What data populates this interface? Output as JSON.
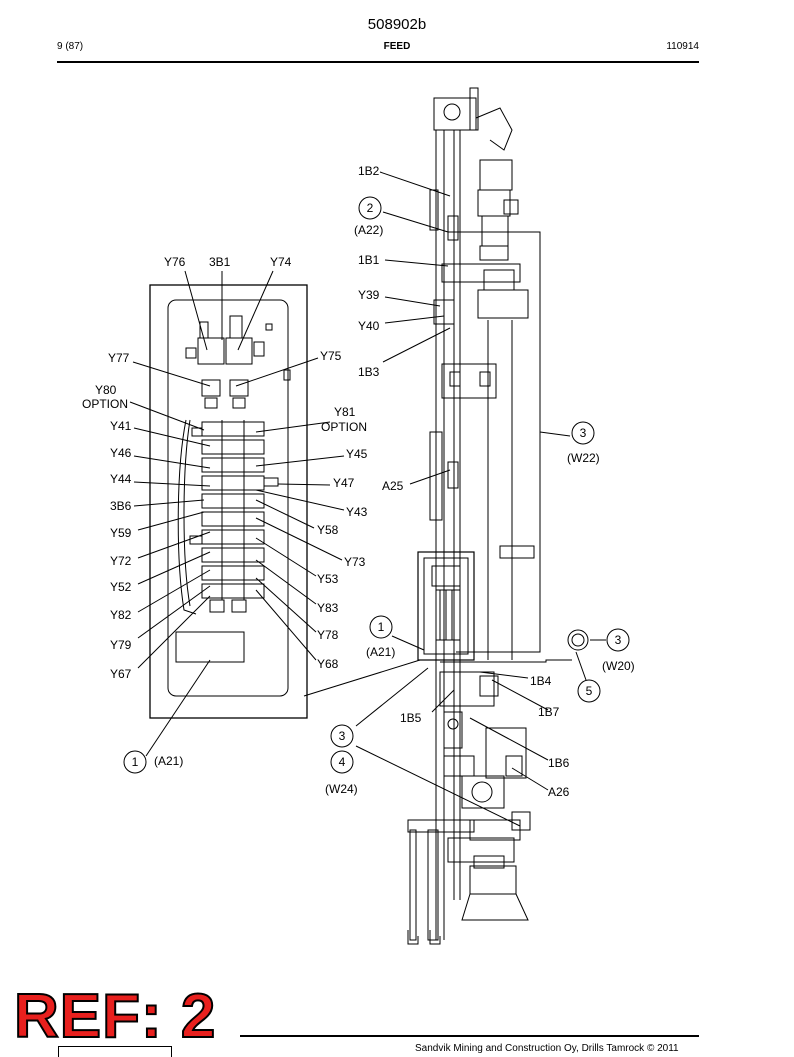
{
  "header": {
    "doc_number": "508902b",
    "page": "9 (87)",
    "section": "FEED",
    "date": "110914"
  },
  "stamp": {
    "text": "REF: 2"
  },
  "footer": {
    "copyright": "Sandvik Mining and Construction Oy, Drills Tamrock © 2011"
  },
  "panel_labels": {
    "Y76": "Y76",
    "3B1": "3B1",
    "Y74": "Y74",
    "Y77": "Y77",
    "Y75": "Y75",
    "Y80_line1": "Y80",
    "Y80_line2": "OPTION",
    "Y81_line1": "Y81",
    "Y81_line2": "OPTION",
    "Y41": "Y41",
    "Y46": "Y46",
    "Y45": "Y45",
    "Y44": "Y44",
    "Y47": "Y47",
    "Y43": "Y43",
    "3B6": "3B6",
    "Y58": "Y58",
    "Y59": "Y59",
    "Y72": "Y72",
    "Y73": "Y73",
    "Y52": "Y52",
    "Y53": "Y53",
    "Y82": "Y82",
    "Y83": "Y83",
    "Y79": "Y79",
    "Y78": "Y78",
    "Y67": "Y67",
    "Y68": "Y68"
  },
  "callouts": {
    "c1_panel": "1",
    "c1_panel_ref": "(A21)",
    "c2": "2",
    "c2_ref": "(A22)",
    "c3_right": "3",
    "c3_right_ref": "(W22)",
    "c1_feed": "1",
    "c1_feed_ref": "(A21)",
    "c3_w20": "3",
    "c3_w20_ref": "(W20)",
    "c5": "5",
    "c3_w24": "3",
    "c4_w24": "4",
    "c4_w24_ref": "(W24)"
  },
  "feed_labels": {
    "1B2": "1B2",
    "1B1": "1B1",
    "Y39": "Y39",
    "Y40": "Y40",
    "1B3": "1B3",
    "A25": "A25",
    "1B4": "1B4",
    "1B7": "1B7",
    "1B5": "1B5",
    "1B6": "1B6",
    "A26": "A26"
  }
}
